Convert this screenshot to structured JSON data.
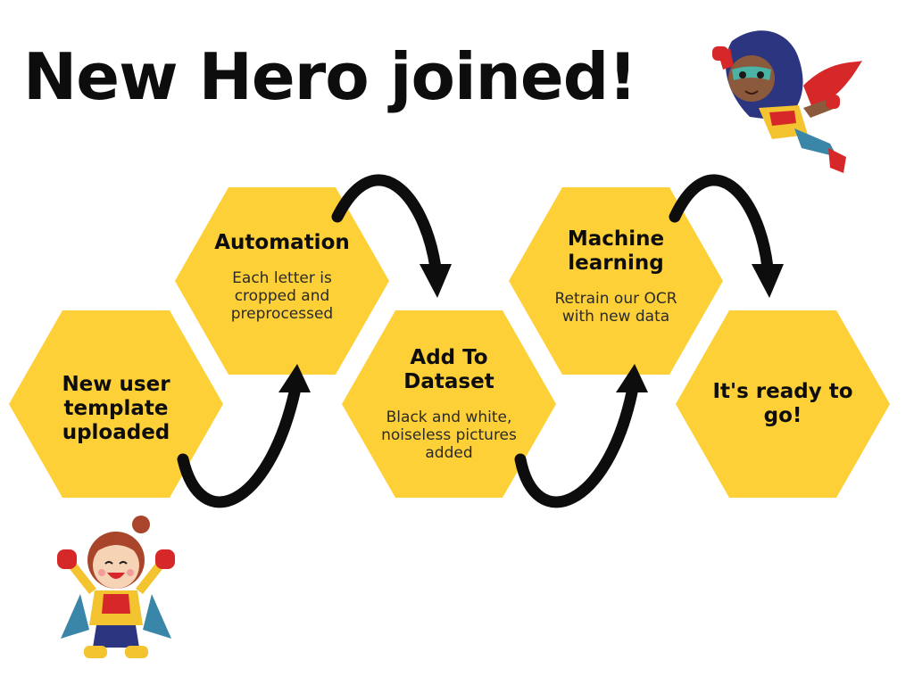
{
  "title": "New Hero joined!",
  "accent_color": "#fdd037",
  "steps": [
    {
      "title": "New user template uploaded",
      "desc": ""
    },
    {
      "title": "Automation",
      "desc": "Each letter is cropped and preprocessed"
    },
    {
      "title": "Add To Dataset",
      "desc": "Black and white, noiseless pictures added"
    },
    {
      "title": "Machine learning",
      "desc": "Retrain our OCR with new data"
    },
    {
      "title": "It's ready to go!",
      "desc": ""
    }
  ],
  "illustrations": [
    "flying-superhero-icon",
    "cheering-superhero-icon"
  ]
}
